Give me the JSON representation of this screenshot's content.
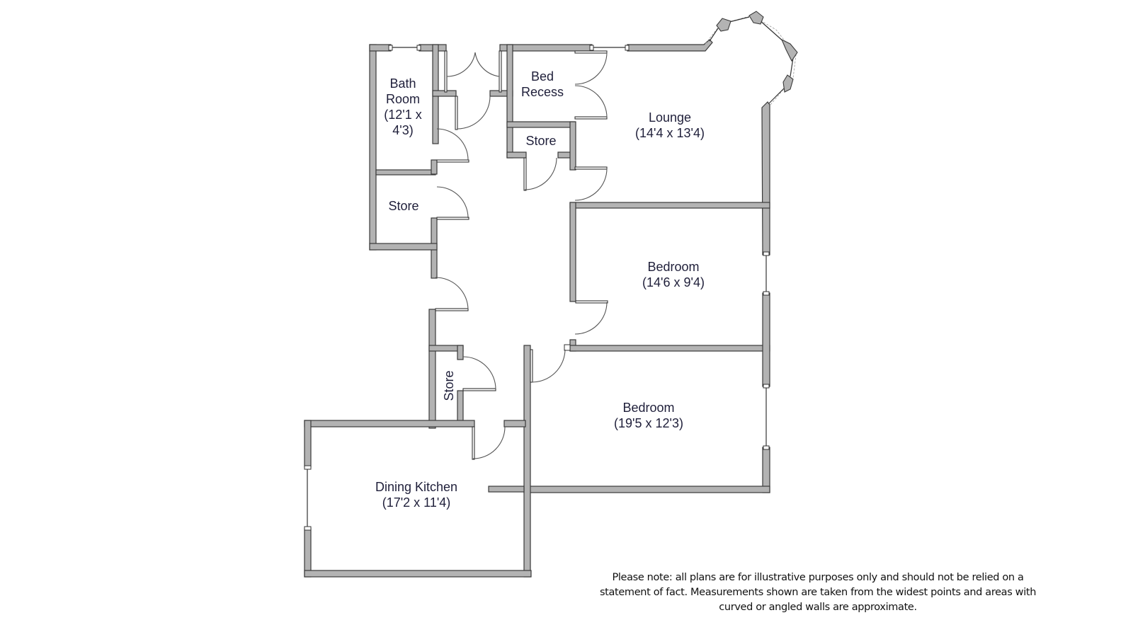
{
  "floorplan": {
    "rooms": [
      {
        "id": "bathroom",
        "name_lines": [
          "Bath",
          "Room",
          "(12'1 x",
          "4'3)"
        ]
      },
      {
        "id": "bed-recess",
        "name_lines": [
          "Bed",
          "Recess"
        ]
      },
      {
        "id": "store-upper-right",
        "name_lines": [
          "Store"
        ]
      },
      {
        "id": "store-left",
        "name_lines": [
          "Store"
        ]
      },
      {
        "id": "lounge",
        "name": "Lounge",
        "size": "(14'4 x 13'4)"
      },
      {
        "id": "bedroom-1",
        "name": "Bedroom",
        "size": "(14'6 x 9'4)"
      },
      {
        "id": "bedroom-2",
        "name": "Bedroom",
        "size": "(19'5 x 12'3)"
      },
      {
        "id": "store-vertical",
        "name_lines": [
          "Store"
        ]
      },
      {
        "id": "dining-kitchen",
        "name": "Dining Kitchen",
        "size": "(17'2 x 11'4)"
      }
    ],
    "colors": {
      "wall_fill": "#b3b3b3",
      "wall_stroke": "#3a3a3a",
      "label_text": "#1f1f3a",
      "background": "#ffffff"
    }
  },
  "disclaimer": {
    "lines": [
      "Please note: all plans are for illustrative purposes only and should not be relied on a",
      "statement of fact. Measurements shown are taken from the widest points and areas with",
      "curved or angled walls are approximate."
    ]
  }
}
